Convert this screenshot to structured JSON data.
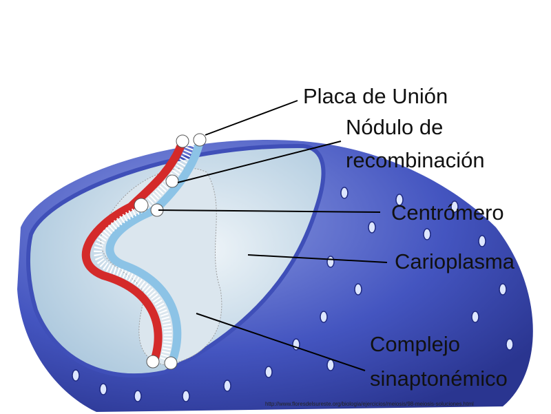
{
  "labels": {
    "placa": "Placa de Unión",
    "nodulo_1": "Nódulo de",
    "nodulo_2": "recombinación",
    "centromero": "Centrómero",
    "carioplasma": "Carioplasma",
    "complejo_1": "Complejo",
    "complejo_2": "sinaptonémico"
  },
  "source_url": "http://www.floresdelsureste.org/biologia/ejercicios/meiosis/98-meiosis-soluciones.html",
  "colors": {
    "shell": "#3f4fb8",
    "face": "#c9dcea",
    "red": "#d42a2a",
    "blue": "#8cc3e6"
  }
}
